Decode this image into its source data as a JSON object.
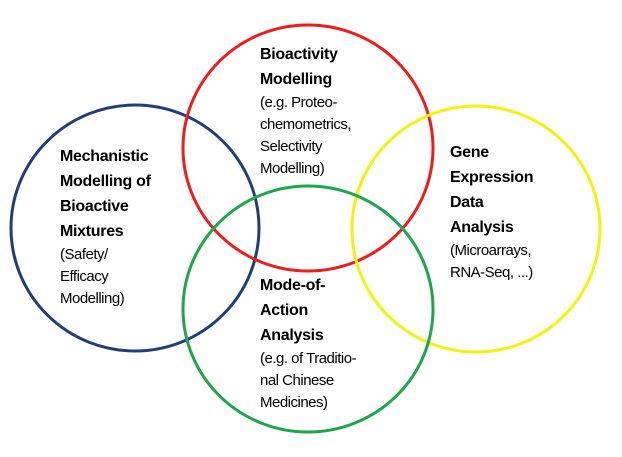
{
  "circles": [
    {
      "id": "mechanistic",
      "color": "#1f3f76",
      "title": [
        "Mechanistic",
        "Modelling of",
        "Bioactive",
        "Mixtures"
      ],
      "sub": [
        "(Safety/",
        "Efficacy",
        "Modelling)"
      ]
    },
    {
      "id": "bioactivity",
      "color": "#ee1c1c",
      "title": [
        "Bioactivity",
        "Modelling"
      ],
      "sub": [
        "(e.g. Proteo-",
        "chemometrics,",
        "Selectivity",
        "Modelling)"
      ]
    },
    {
      "id": "gene",
      "color": "#f5f010",
      "title": [
        "Gene",
        "Expression",
        "Data",
        "Analysis"
      ],
      "sub": [
        "(Microarrays,",
        "RNA-Seq, ...)"
      ]
    },
    {
      "id": "moa",
      "color": "#1ea64a",
      "title": [
        "Mode-of-",
        "Action",
        "Analysis"
      ],
      "sub": [
        "(e.g. of Traditio-",
        "nal Chinese",
        "Medicines)"
      ]
    }
  ]
}
